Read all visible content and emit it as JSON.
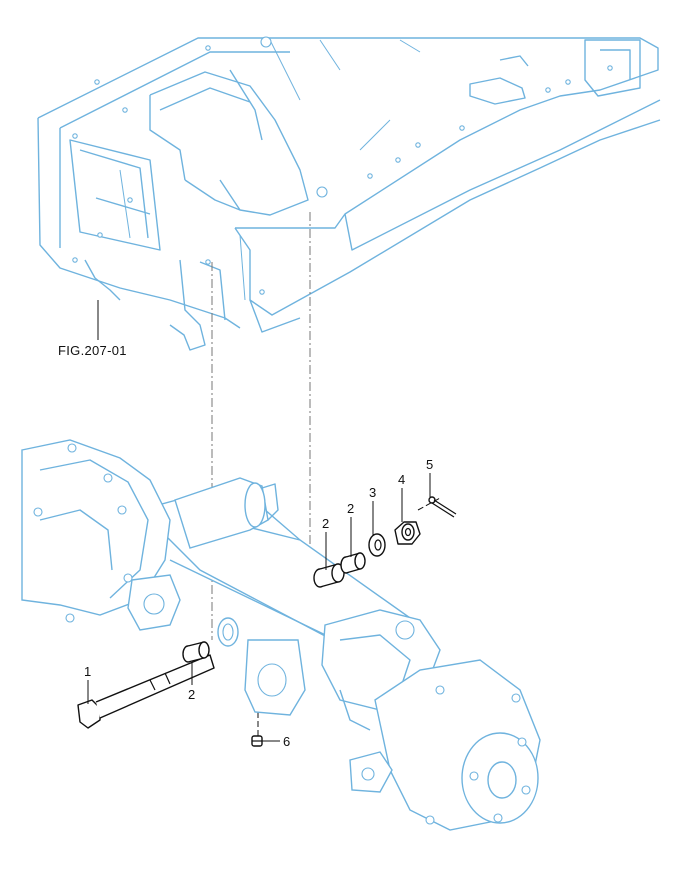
{
  "figure_reference": "FIG.207-01",
  "callouts": [
    {
      "id": "part-1",
      "label": "1"
    },
    {
      "id": "part-2a",
      "label": "2"
    },
    {
      "id": "part-2b",
      "label": "2"
    },
    {
      "id": "part-2c",
      "label": "2"
    },
    {
      "id": "part-3",
      "label": "3"
    },
    {
      "id": "part-4",
      "label": "4"
    },
    {
      "id": "part-5",
      "label": "5"
    },
    {
      "id": "part-6",
      "label": "6"
    }
  ],
  "colors": {
    "frame_line": "#6fb3de",
    "part_line": "#111111",
    "background": "#ffffff"
  }
}
